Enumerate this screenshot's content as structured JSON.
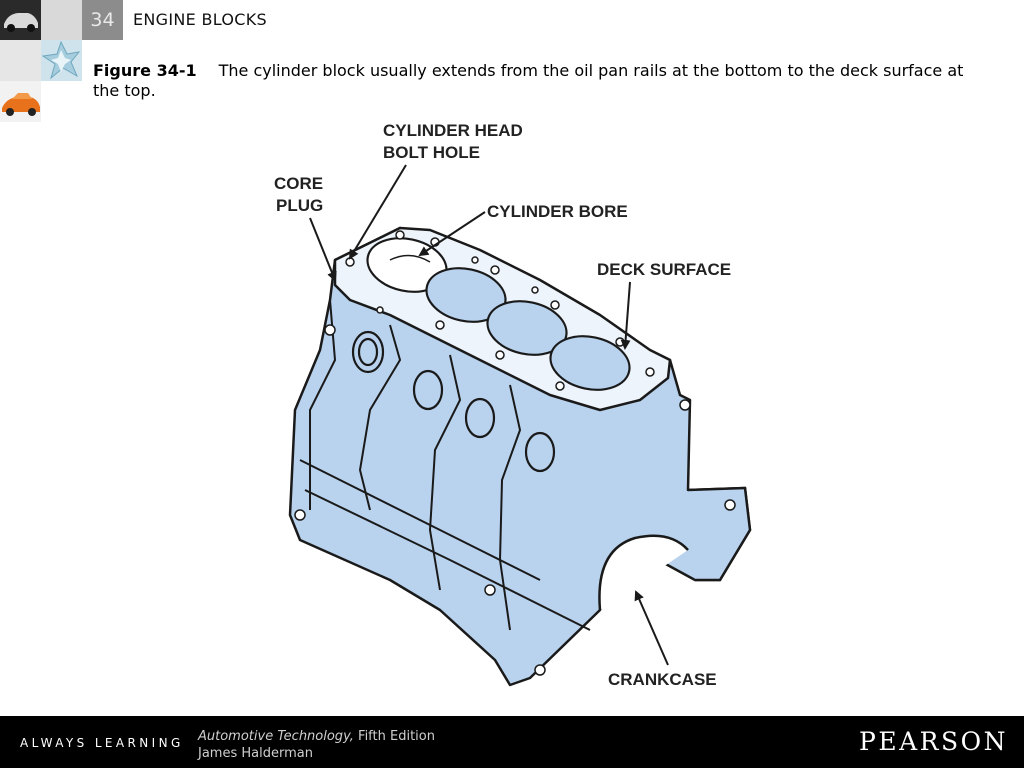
{
  "header": {
    "chapter_number": "34",
    "chapter_title": "ENGINE BLOCKS"
  },
  "caption": {
    "figure_label": "Figure 34-1",
    "text": "The cylinder block usually extends from the oil pan rails at the bottom to the deck surface at the top."
  },
  "diagram": {
    "labels": {
      "cylinder_head_line1": "CYLINDER HEAD",
      "cylinder_head_line2": "BOLT HOLE",
      "core_line1": "CORE",
      "core_line2": "PLUG",
      "cylinder_bore": "CYLINDER BORE",
      "deck_surface": "DECK SURFACE",
      "crankcase": "CRANKCASE"
    },
    "colors": {
      "block_fill": "#b9d3ee",
      "deck_fill": "#eef4fb",
      "outline": "#1a1a1a"
    }
  },
  "footer": {
    "tagline": "ALWAYS LEARNING",
    "book_title": "Automotive Technology,",
    "edition": "Fifth Edition",
    "author": "James Halderman",
    "publisher": "PEARSON"
  }
}
